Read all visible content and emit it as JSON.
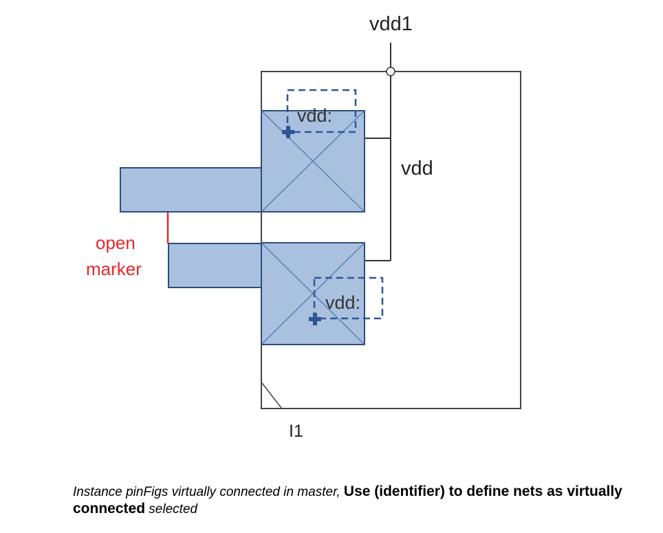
{
  "labels": {
    "vdd1": "vdd1",
    "vdd_net": "vdd",
    "pin_top": "vdd:",
    "pin_bottom": "vdd:",
    "open_marker_line1": "open",
    "open_marker_line2": "marker",
    "instance_name": "I1"
  },
  "caption": {
    "part1": "Instance pinFigs virtually connected in master, ",
    "part2": "Use (identifier) to define nets as virtually connected",
    "part3": " selected"
  },
  "colors": {
    "pin_fill": "#a9c0df",
    "pin_stroke": "#2b4d7c",
    "dashed_box": "#2f5597",
    "open_marker": "#e8262b",
    "wire": "#333333",
    "instance_outline": "#444444"
  }
}
